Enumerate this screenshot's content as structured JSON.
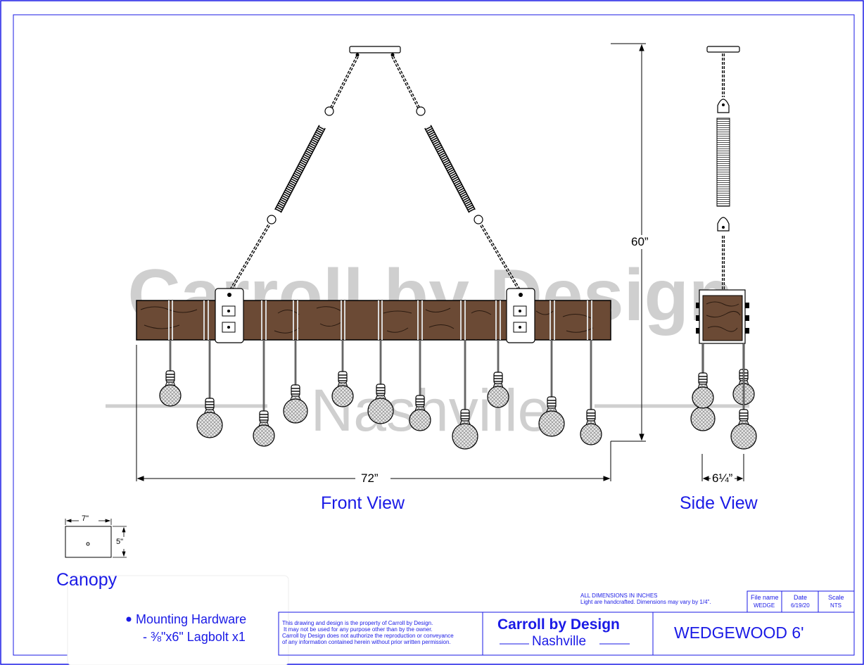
{
  "watermark": {
    "line1": "Carroll by Design",
    "line2": "Nashville"
  },
  "dimensions": {
    "height": "60”",
    "width": "72”",
    "side_depth": "6¼”",
    "canopy_w": "7\"",
    "canopy_h": "5\""
  },
  "views": {
    "front": "Front View",
    "side": "Side View",
    "canopy": "Canopy"
  },
  "hardware": {
    "title": "Mounting Hardware",
    "item": "- ⅜\"x6\" Lagbolt x1"
  },
  "notes": {
    "line1": "ALL DIMENSIONS IN INCHES",
    "line2": "Light are handcrafted. Dimensions may vary by 1/4\"."
  },
  "title_block": {
    "file_name_label": "File name",
    "file_name": "WEDGE",
    "date_label": "Date",
    "date": "6/19/20",
    "scale_label": "Scale",
    "scale": "NTS",
    "disclaimer": [
      "This drawing and design is the property of Carroll by Design.",
      "It may not be used for any purpose other than by the owner.",
      "Carroll by Design does not authorize the reproduction or conveyance",
      "of any information contained herein without prior written permission."
    ],
    "company": "Carroll by Design",
    "city": "Nashville",
    "product": "WEDGEWOOD 6'"
  },
  "colors": {
    "border": "#1a1ae6",
    "wood": "#6b4a35",
    "text_blue": "#1a1ae6",
    "watermark": "#c9c9c9"
  }
}
